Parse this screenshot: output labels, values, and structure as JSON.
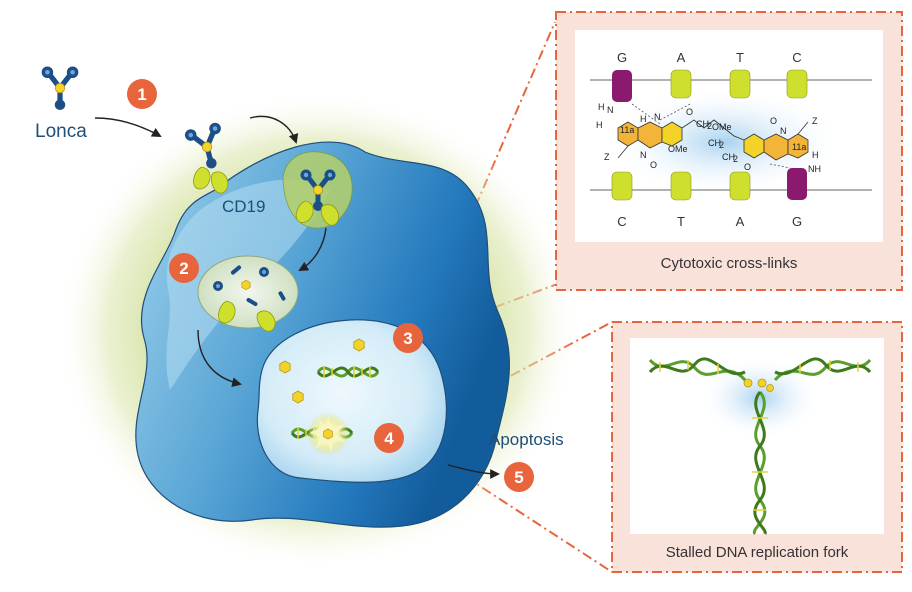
{
  "labels": {
    "drug": "Lonca",
    "receptor": "CD19",
    "apoptosis": "Apoptosis"
  },
  "steps": [
    "1",
    "2",
    "3",
    "4",
    "5"
  ],
  "panels": {
    "crosslinks": {
      "caption": "Cytotoxic cross-links",
      "top_bases": [
        "G",
        "A",
        "T",
        "C"
      ],
      "bottom_bases": [
        "C",
        "T",
        "A",
        "G"
      ],
      "chem": {
        "h2n": "H",
        "n": "N",
        "h": "H",
        "h2": "H",
        "z_left": "Z",
        "n_lower": "N",
        "o_left": "O",
        "ch2_a": "CH",
        "ch2_b": "CH",
        "ch2_c": "CH",
        "ome_left": "OMe",
        "ome_right": "OMe",
        "o_right": "O",
        "z_right": "Z",
        "n_right": "N",
        "h_right": "H",
        "nh": "NH",
        "o_top_right": "O",
        "n_top": "N",
        "o_mid": "O",
        "pos11a": "11a",
        "pos11b": "11a",
        "sub_2a": "2",
        "sub_2b": "2",
        "sub_2c": "2"
      }
    },
    "fork": {
      "caption": "Stalled DNA replication fork"
    }
  },
  "colors": {
    "step_badge": "#E8643C",
    "connector": "#E8643C",
    "panel_fill": "#F9E2DA",
    "cell_outer": "#8DC7E6",
    "cell_inner": "#1D6FB4",
    "glow": "#C8D98A",
    "nucleus": "#D9EFF9",
    "antibody": "#1C4E87",
    "payload": "#F3D229",
    "receptor": "#CFDF2E",
    "dna_green": "#5A9E2C",
    "guanine_purple": "#8B1A6E"
  }
}
